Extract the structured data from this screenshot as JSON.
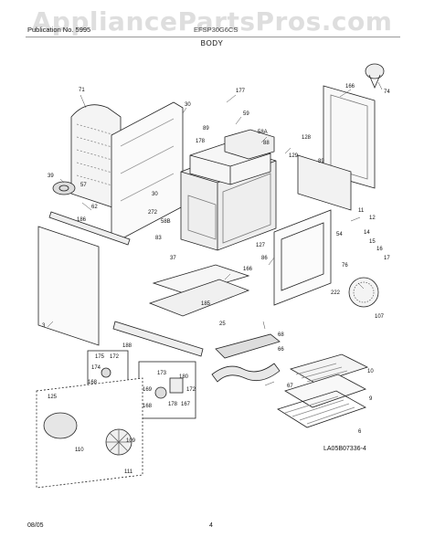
{
  "watermark": "AppliancePartsPros.com",
  "header": {
    "left": "Publication No. 5995",
    "middle": "EFSP30G6CS"
  },
  "section_title": "BODY",
  "drawing_number": "LA05B07336-4",
  "footer": {
    "date": "08/05",
    "page": "4"
  },
  "parts": [
    "71",
    "177",
    "166",
    "74",
    "30",
    "59",
    "89",
    "178",
    "58A",
    "88",
    "128",
    "129",
    "89",
    "39",
    "57",
    "62",
    "186",
    "83",
    "272",
    "58B",
    "30",
    "11",
    "12",
    "54",
    "14",
    "15",
    "16",
    "17",
    "127",
    "37",
    "86",
    "76",
    "166",
    "222",
    "185",
    "107",
    "25",
    "3",
    "188",
    "68",
    "66",
    "175",
    "172",
    "174",
    "168",
    "125",
    "173",
    "180",
    "169",
    "178",
    "167",
    "172",
    "168",
    "67",
    "10",
    "9",
    "6",
    "110",
    "109",
    "111"
  ]
}
